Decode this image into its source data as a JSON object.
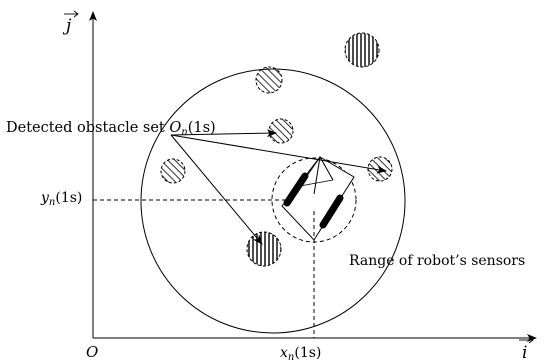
{
  "axes": {
    "x_label": "i",
    "y_label": "j",
    "origin_label": "O",
    "x_marker_label": {
      "text": "x",
      "sub": "n",
      "tail": "(1s)"
    },
    "y_marker_label": {
      "text": "y",
      "sub": "n",
      "tail": "(1s)"
    }
  },
  "labels": {
    "detected_obstacles": {
      "prefix": "Detected obstacle set ",
      "symbol": "O",
      "sub": "n",
      "tail": "(1s)"
    },
    "sensor_range": "Range of robot’s sensors"
  },
  "obstacles": [
    {
      "id": "top-right",
      "hatch": "vertical",
      "detected": false
    },
    {
      "id": "upper-mid",
      "hatch": "diagonal",
      "detected": false
    },
    {
      "id": "mid",
      "hatch": "diagonal",
      "detected": true
    },
    {
      "id": "left",
      "hatch": "diagonal",
      "detected": false
    },
    {
      "id": "right",
      "hatch": "diagonal",
      "detected": true
    },
    {
      "id": "bottom",
      "hatch": "vertical",
      "detected": true
    }
  ]
}
